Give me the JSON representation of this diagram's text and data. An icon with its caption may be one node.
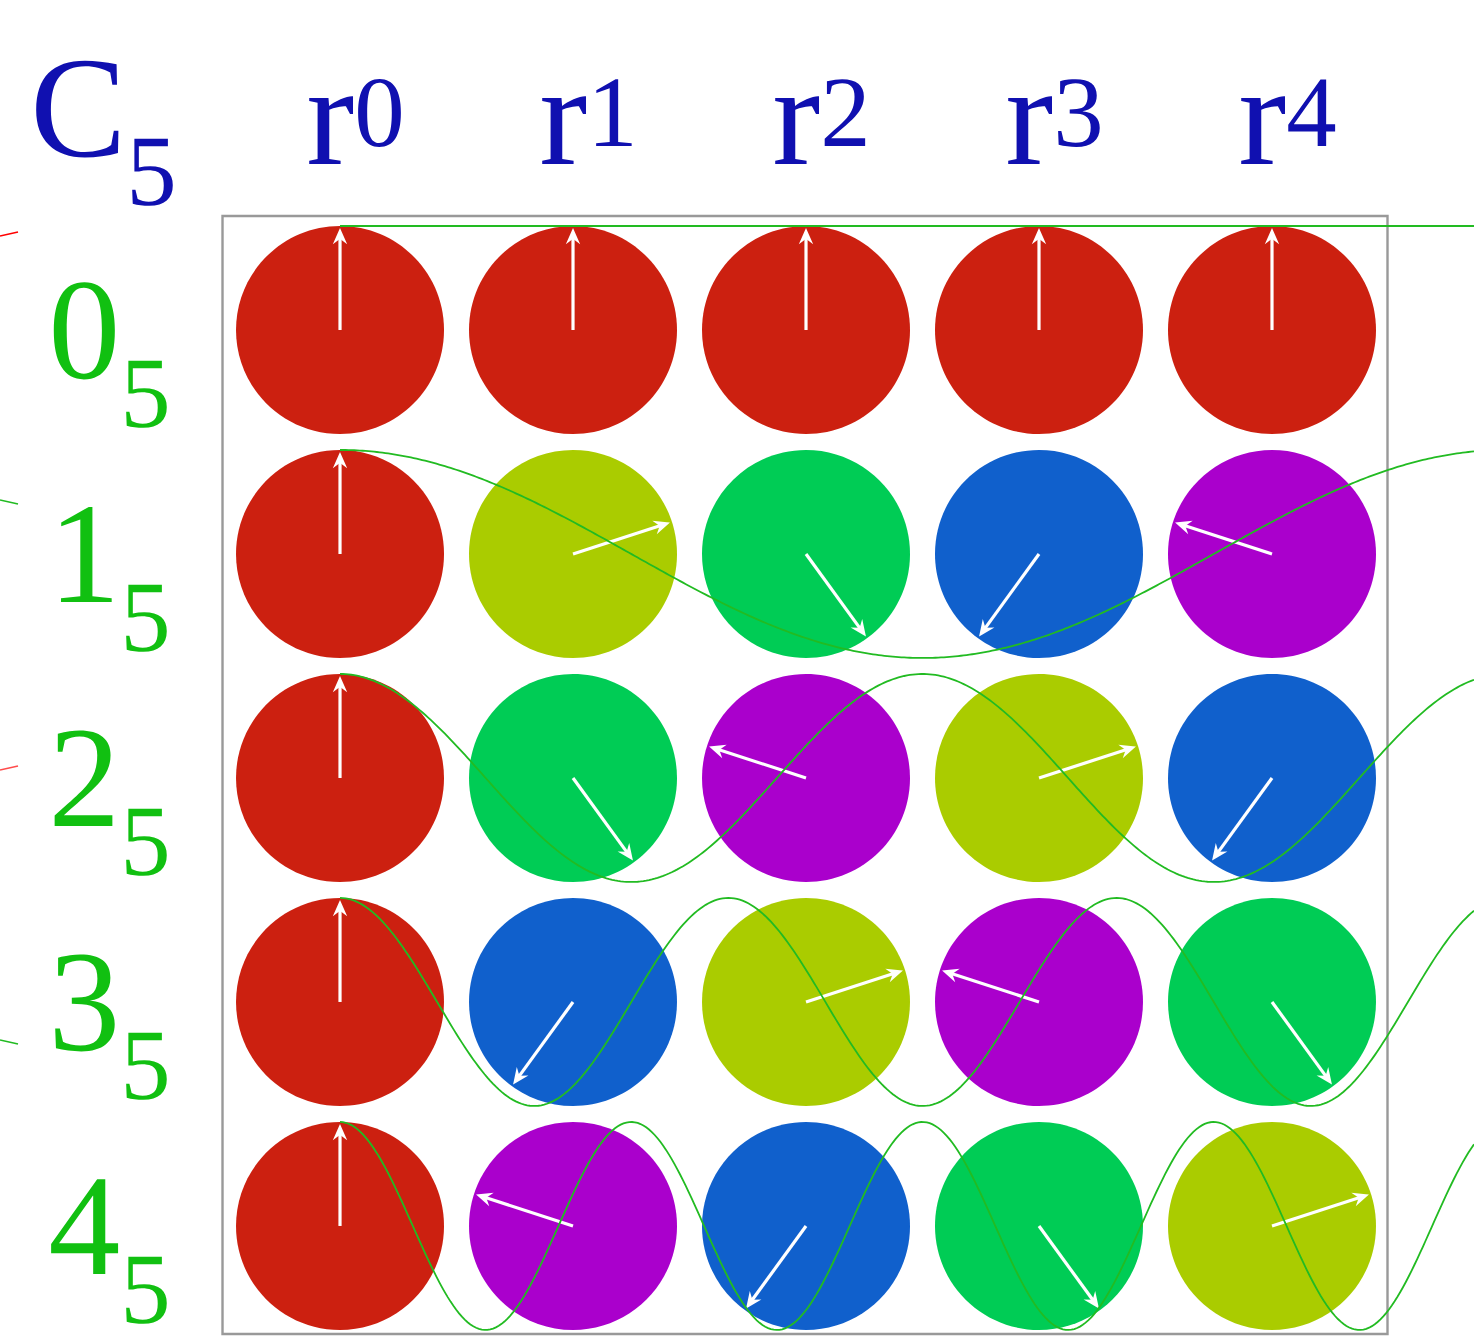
{
  "diagram": {
    "labels": [
      "C$_{5}$",
      "r$^{0}$",
      "r$^{1}$",
      "r$^{2}$",
      "r$^{3}$",
      "r$^{4}$",
      "0$_{5}$",
      "1$_{5}$",
      "2$_{5}$",
      "3$_{5}$",
      "4$_{5}$"
    ]
  }
}
